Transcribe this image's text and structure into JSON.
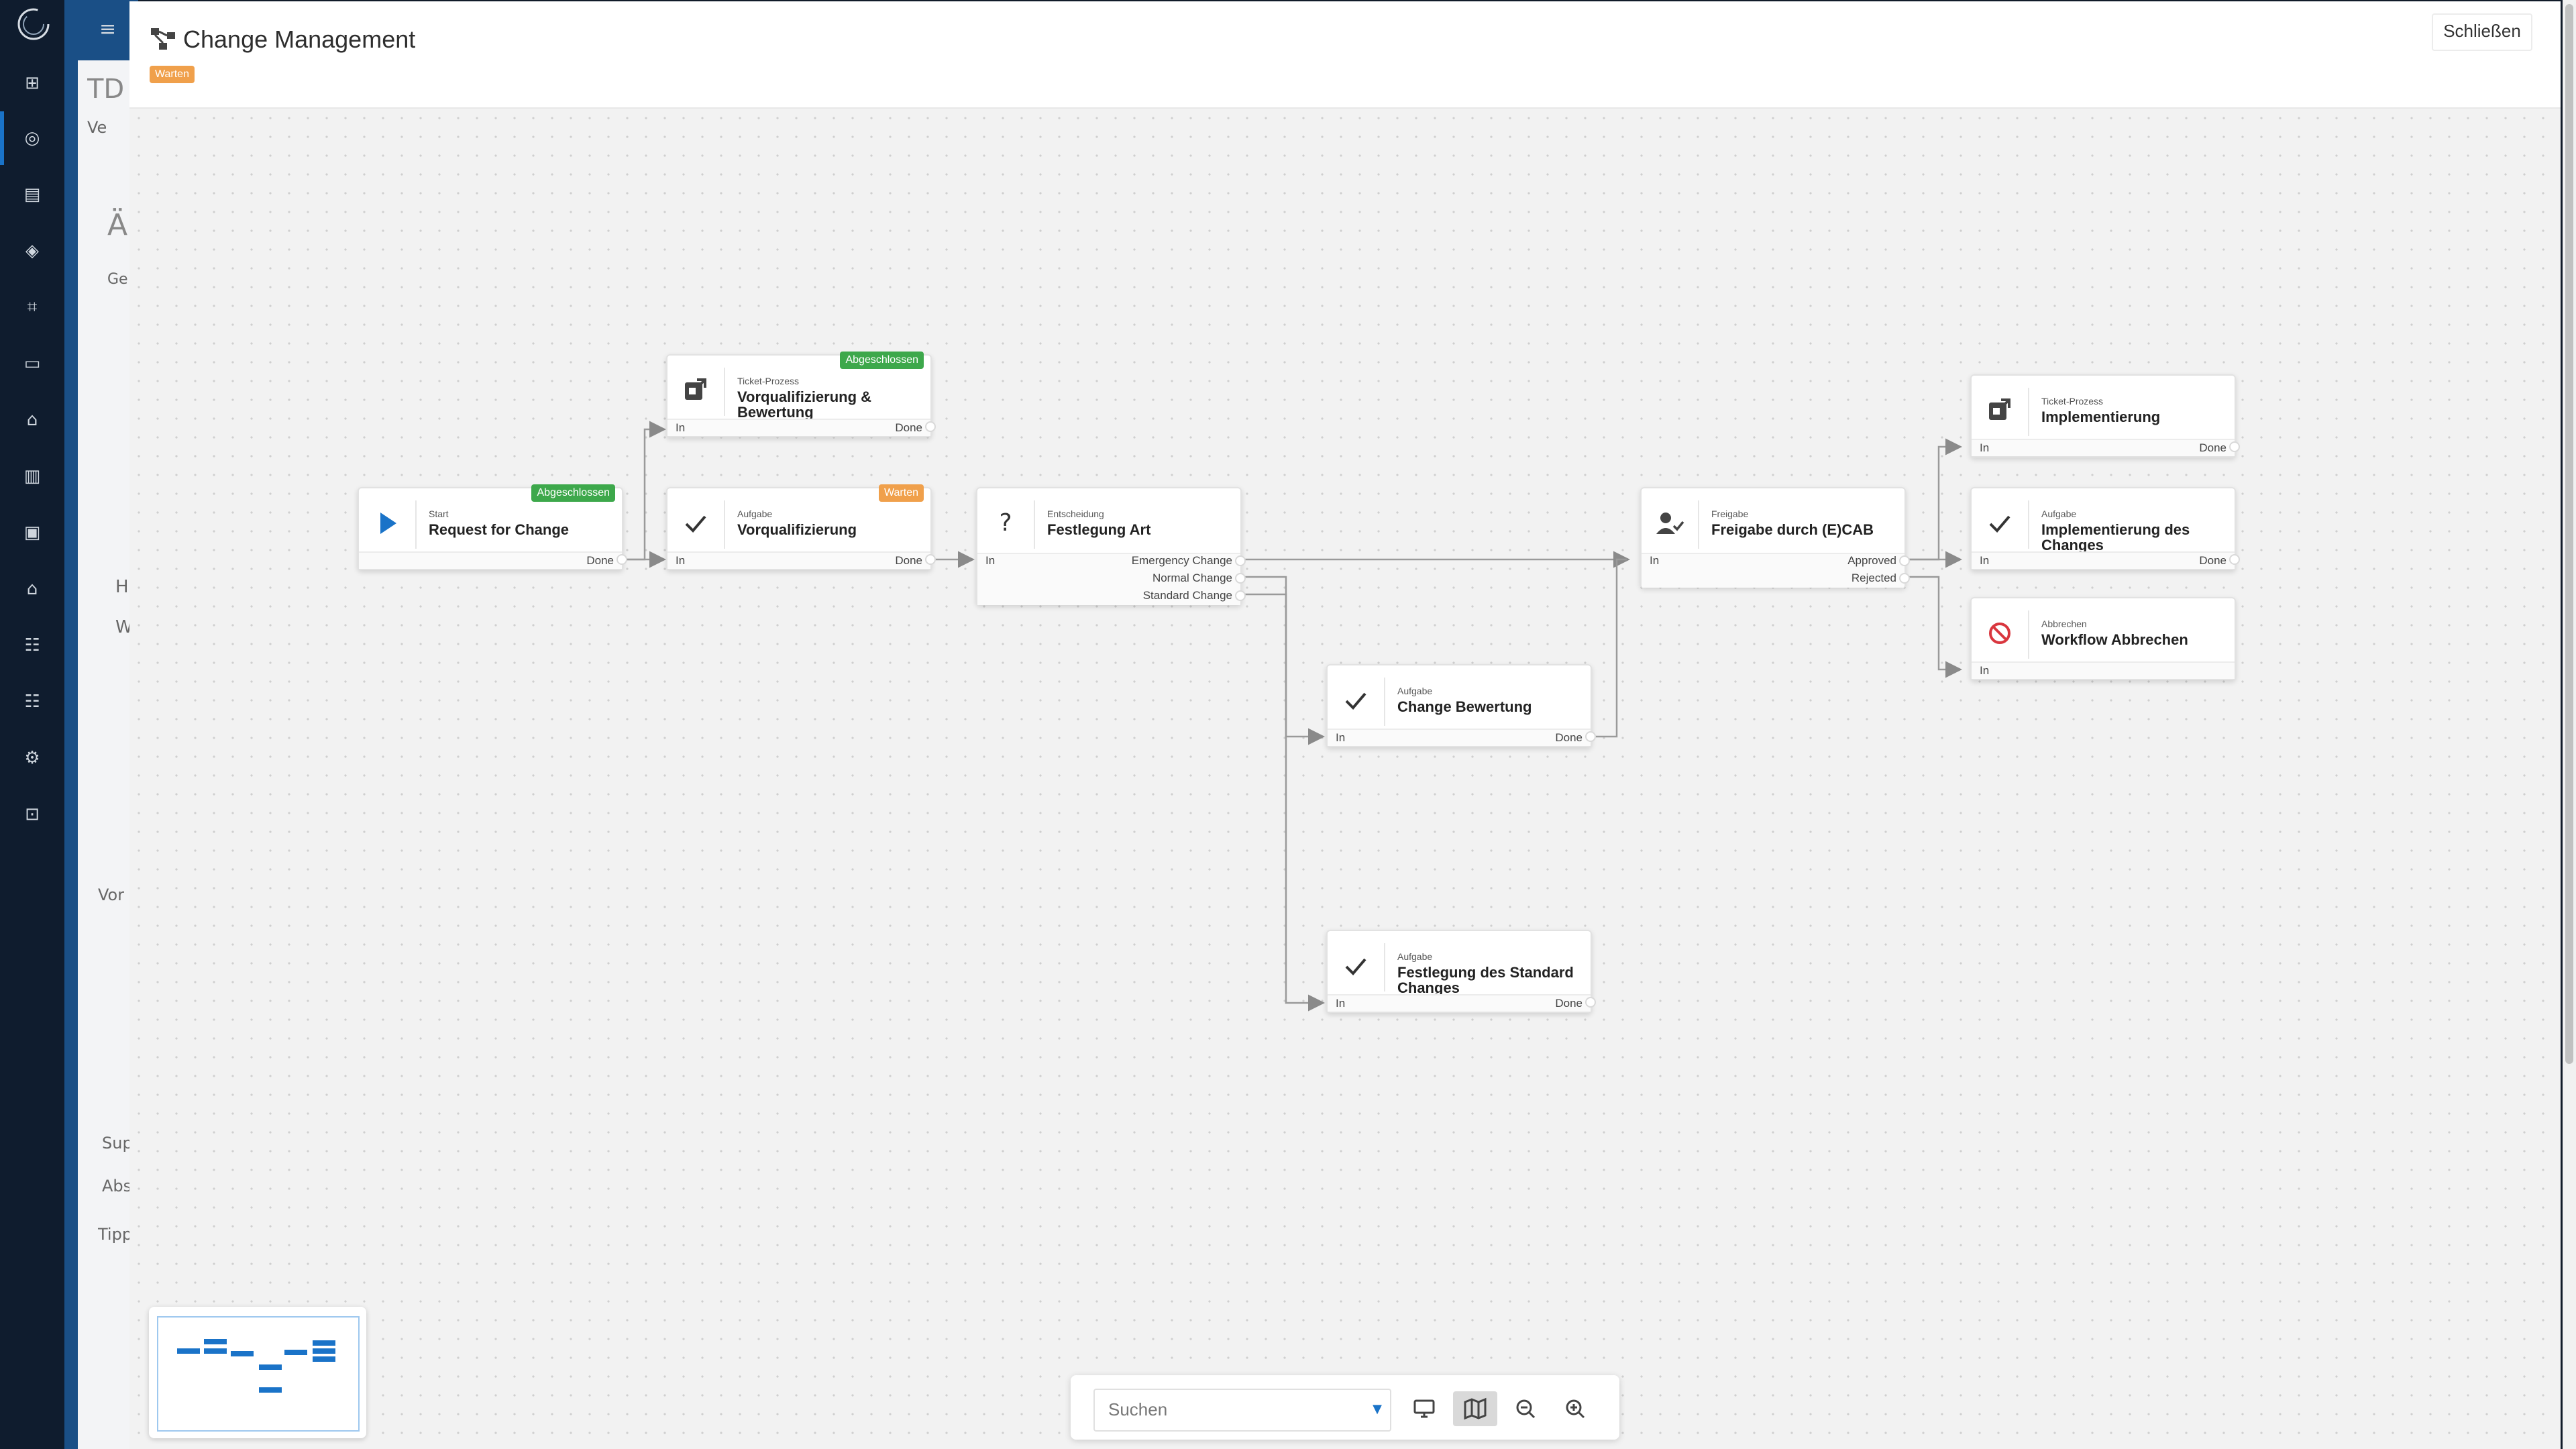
{
  "modal": {
    "title": "Change Management",
    "status_badge": "Warten",
    "close_label": "Schließen",
    "colors": {
      "badge_green": "#3da84b",
      "badge_orange": "#f0a04b",
      "accent_blue": "#1a73c8",
      "danger_red": "#d9363e"
    }
  },
  "background": {
    "title_fragment": "TD",
    "subtitle_fragment": "Ve",
    "heading_fragment": "Ä",
    "label_ges": "Ge",
    "section_vor": "Vor",
    "section_sup": "Sup",
    "label_abs": "Abs",
    "label_tipp": "Tipp",
    "text_h": "H",
    "text_w": "W"
  },
  "nodes": [
    {
      "type": "Start",
      "name": "Request for Change",
      "badge": "Abgeschlossen",
      "badge_color": "#3da84b",
      "icon": "play-icon",
      "in": "",
      "outs": [
        "Done"
      ]
    },
    {
      "type": "Ticket-Prozess",
      "name": "Vorqualifizierung & Bewertung",
      "badge": "Abgeschlossen",
      "badge_color": "#3da84b",
      "icon": "ticket-process-icon",
      "in": "In",
      "outs": [
        "Done"
      ]
    },
    {
      "type": "Aufgabe",
      "name": "Vorqualifizierung",
      "badge": "Warten",
      "badge_color": "#f0a04b",
      "icon": "check-icon",
      "in": "In",
      "outs": [
        "Done"
      ]
    },
    {
      "type": "Entscheidung",
      "name": "Festlegung Art",
      "badge": "",
      "icon": "question-icon",
      "in": "In",
      "outs": [
        "Emergency Change",
        "Normal Change",
        "Standard Change"
      ]
    },
    {
      "type": "Aufgabe",
      "name": "Change Bewertung",
      "badge": "",
      "icon": "check-icon",
      "in": "In",
      "outs": [
        "Done"
      ]
    },
    {
      "type": "Aufgabe",
      "name": "Festlegung des Standard Changes",
      "badge": "",
      "icon": "check-icon",
      "in": "In",
      "outs": [
        "Done"
      ]
    },
    {
      "type": "Freigabe",
      "name": "Freigabe durch (E)CAB",
      "badge": "",
      "icon": "user-approval-icon",
      "in": "In",
      "outs": [
        "Approved",
        "Rejected"
      ]
    },
    {
      "type": "Ticket-Prozess",
      "name": "Implementierung",
      "badge": "",
      "icon": "ticket-process-icon",
      "in": "In",
      "outs": [
        "Done"
      ]
    },
    {
      "type": "Aufgabe",
      "name": "Implementierung des Changes",
      "badge": "",
      "icon": "check-icon",
      "in": "In",
      "outs": [
        "Done"
      ]
    },
    {
      "type": "Abbrechen",
      "name": "Workflow Abbrechen",
      "badge": "",
      "icon": "cancel-icon",
      "in": "In",
      "outs": []
    }
  ],
  "toolbar": {
    "search_placeholder": "Suchen",
    "buttons": [
      "monitor-icon",
      "map-icon",
      "zoom-out-icon",
      "zoom-in-icon"
    ]
  }
}
